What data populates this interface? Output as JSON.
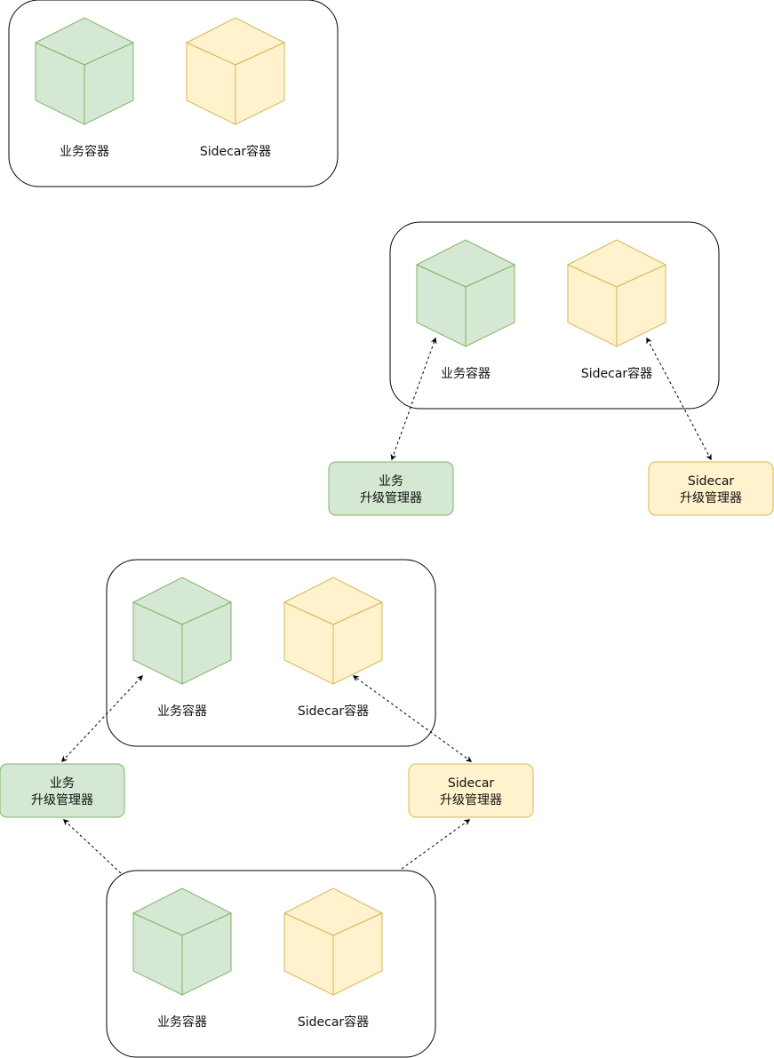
{
  "labels": {
    "business_container": "业务容器",
    "sidecar_container": "Sidecar容器",
    "business_manager_line1": "业务",
    "business_manager_line2": "升级管理器",
    "sidecar_manager_line1": "Sidecar",
    "sidecar_manager_line2": "升级管理器"
  },
  "colors": {
    "business_fill": "#d5e8d4",
    "business_stroke": "#82b366",
    "sidecar_fill": "#fff2cc",
    "sidecar_stroke": "#d6b656",
    "pod_stroke": "#000000",
    "arrow": "#000000"
  },
  "icons": {
    "business_container": "cube-icon",
    "sidecar_container": "cube-icon"
  }
}
